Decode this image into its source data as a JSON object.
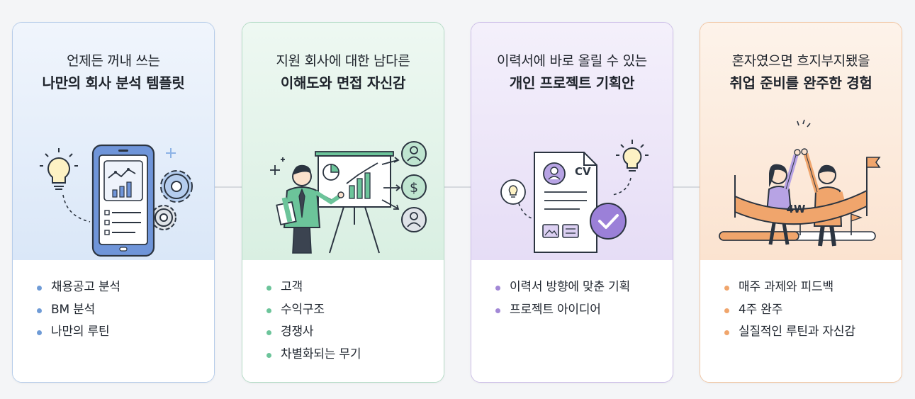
{
  "cards": [
    {
      "line1": "언제든 꺼내 쓰는",
      "line2": "나만의 회사 분석 템플릿",
      "accent": "#6f9bd6",
      "items": [
        "채용공고 분석",
        "BM 분석",
        "나만의 루틴"
      ]
    },
    {
      "line1": "지원 회사에 대한 남다른",
      "line2": "이해도와 면접 자신감",
      "accent": "#6cc49a",
      "items": [
        "고객",
        "수익구조",
        "경쟁사",
        "차별화되는 무기"
      ]
    },
    {
      "line1": "이력서에 바로 올릴 수 있는",
      "line2": "개인 프로젝트 기획안",
      "accent": "#a288d6",
      "items": [
        "이력서 방향에 맞춘 기획",
        "프로젝트 아이디어"
      ]
    },
    {
      "line1": "혼자였으면 흐지부지됐을",
      "line2": "취업 준비를 완주한 경험",
      "accent": "#f0a56c",
      "items": [
        "매주 과제와 피드백",
        "4주 완주",
        "실질적인 루틴과 자신감"
      ]
    }
  ],
  "illustrations": {
    "resume_label": "CV",
    "banner_label": "4W"
  }
}
